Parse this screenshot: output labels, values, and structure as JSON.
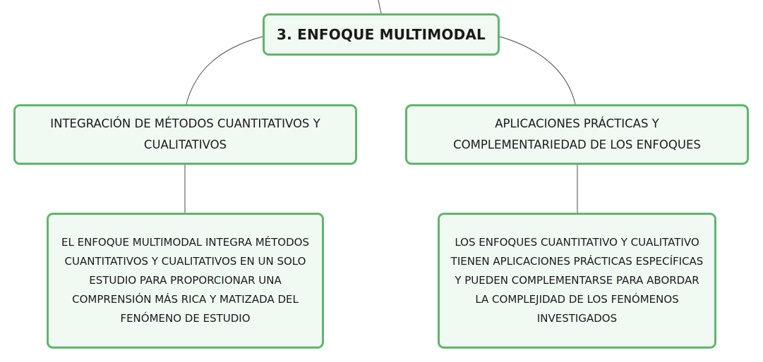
{
  "root": {
    "label": "3. ENFOQUE MULTIMODAL"
  },
  "branches": [
    {
      "label": "INTEGRACIÓN DE MÉTODOS CUANTITATIVOS Y CUALITATIVOS",
      "detail": "EL ENFOQUE MULTIMODAL INTEGRA MÉTODOS CUANTITATIVOS Y CUALITATIVOS EN UN SOLO ESTUDIO PARA PROPORCIONAR UNA COMPRENSIÓN MÁS RICA Y MATIZADA DEL FENÓMENO DE ESTUDIO"
    },
    {
      "label": "APLICACIONES PRÁCTICAS Y COMPLEMENTARIEDAD DE LOS ENFOQUES",
      "detail": "LOS ENFOQUES CUANTITATIVO Y CUALITATIVO TIENEN APLICACIONES PRÁCTICAS ESPECÍFICAS Y PUEDEN COMPLEMENTARSE PARA ABORDAR LA COMPLEJIDAD DE LOS FENÓMENOS INVESTIGADOS"
    }
  ],
  "colors": {
    "node_border": "#5cb86a",
    "node_fill": "#f1f9f3",
    "connector": "#666666"
  }
}
